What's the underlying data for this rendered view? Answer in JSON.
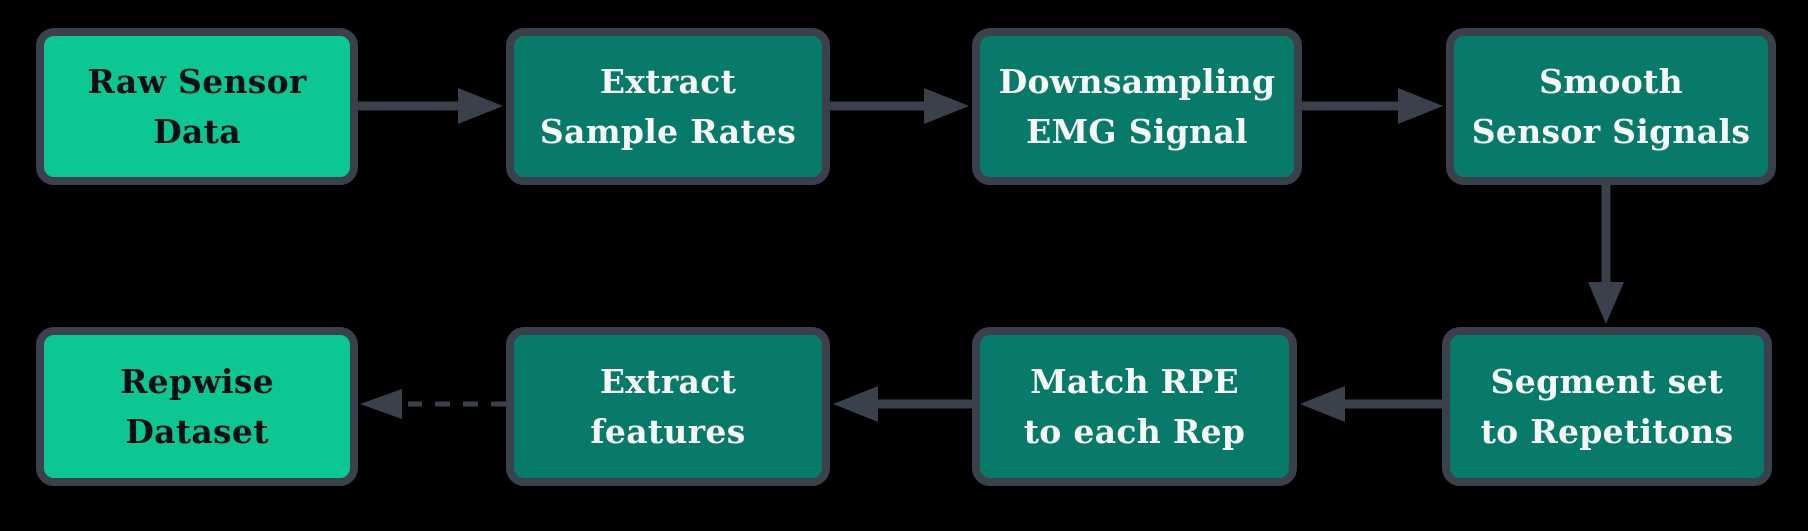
{
  "diagram": {
    "type": "flowchart",
    "nodes": [
      {
        "id": "raw-sensor-data",
        "role": "start",
        "lines": [
          "Raw Sensor",
          "Data"
        ]
      },
      {
        "id": "extract-sample-rates",
        "role": "process",
        "lines": [
          "Extract",
          "Sample Rates"
        ]
      },
      {
        "id": "downsampling-emg-signal",
        "role": "process",
        "lines": [
          "Downsampling",
          "EMG Signal"
        ]
      },
      {
        "id": "smooth-sensor-signals",
        "role": "process",
        "lines": [
          "Smooth",
          "Sensor Signals"
        ]
      },
      {
        "id": "segment-set-to-repetitons",
        "role": "process",
        "lines": [
          "Segment set",
          "to Repetitons"
        ]
      },
      {
        "id": "match-rpe-to-each-rep",
        "role": "process",
        "lines": [
          "Match RPE",
          "to each Rep"
        ]
      },
      {
        "id": "extract-features",
        "role": "process",
        "lines": [
          "Extract",
          "features"
        ]
      },
      {
        "id": "repwise-dataset",
        "role": "end",
        "lines": [
          "Repwise",
          "Dataset"
        ]
      }
    ],
    "edges": [
      {
        "from": "raw-sensor-data",
        "to": "extract-sample-rates",
        "style": "solid",
        "direction": "right"
      },
      {
        "from": "extract-sample-rates",
        "to": "downsampling-emg-signal",
        "style": "solid",
        "direction": "right"
      },
      {
        "from": "downsampling-emg-signal",
        "to": "smooth-sensor-signals",
        "style": "solid",
        "direction": "right"
      },
      {
        "from": "smooth-sensor-signals",
        "to": "segment-set-to-repetitons",
        "style": "solid",
        "direction": "down"
      },
      {
        "from": "segment-set-to-repetitons",
        "to": "match-rpe-to-each-rep",
        "style": "solid",
        "direction": "left"
      },
      {
        "from": "match-rpe-to-each-rep",
        "to": "extract-features",
        "style": "solid",
        "direction": "left"
      },
      {
        "from": "extract-features",
        "to": "repwise-dataset",
        "style": "dashed",
        "direction": "left"
      }
    ],
    "colors": {
      "background": "#000000",
      "node_start_end_fill": "#0cc794",
      "node_process_fill": "#077a69",
      "border_and_arrows": "#3a414c",
      "text_on_start_end": "#0b0f14",
      "text_on_process": "#f7f7f7"
    }
  }
}
